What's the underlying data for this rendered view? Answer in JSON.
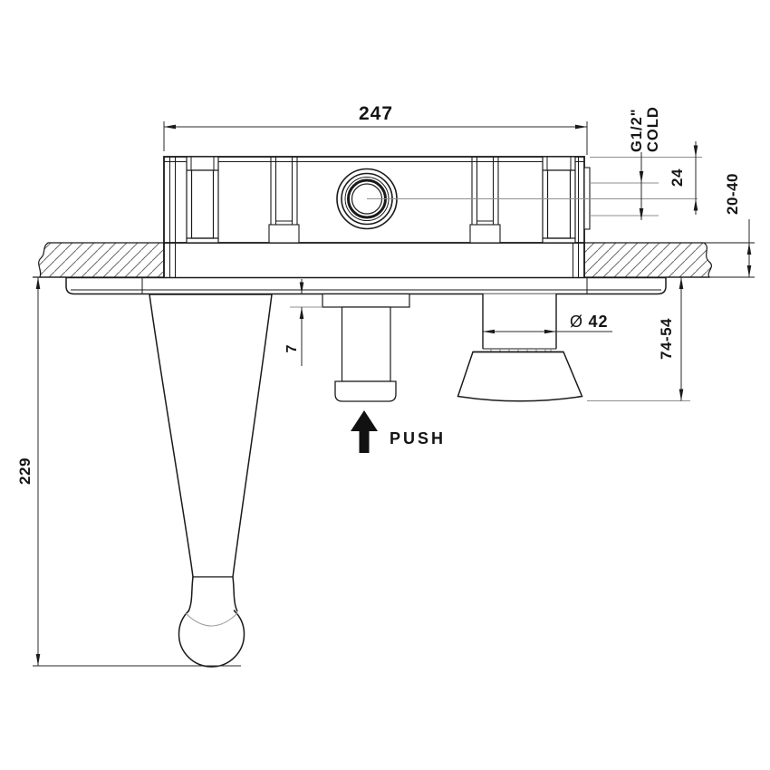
{
  "drawing": {
    "labels": {
      "overall_width": "247",
      "inlet_thread": "G1/2\"",
      "inlet_name": "COLD",
      "inlet_depth": "24",
      "wall_thickness": "20-40",
      "diameter_symbol": "Ø",
      "handle_diameter": "42",
      "handle_drop_range": "74-54",
      "button_gap": "7",
      "spout_drop": "229",
      "push": "PUSH"
    },
    "colors": {
      "line": "#1a1a1a",
      "leader": "#8f8f8f",
      "hatch": "#6a6a6a",
      "text": "#141414",
      "background": "#ffffff"
    }
  }
}
